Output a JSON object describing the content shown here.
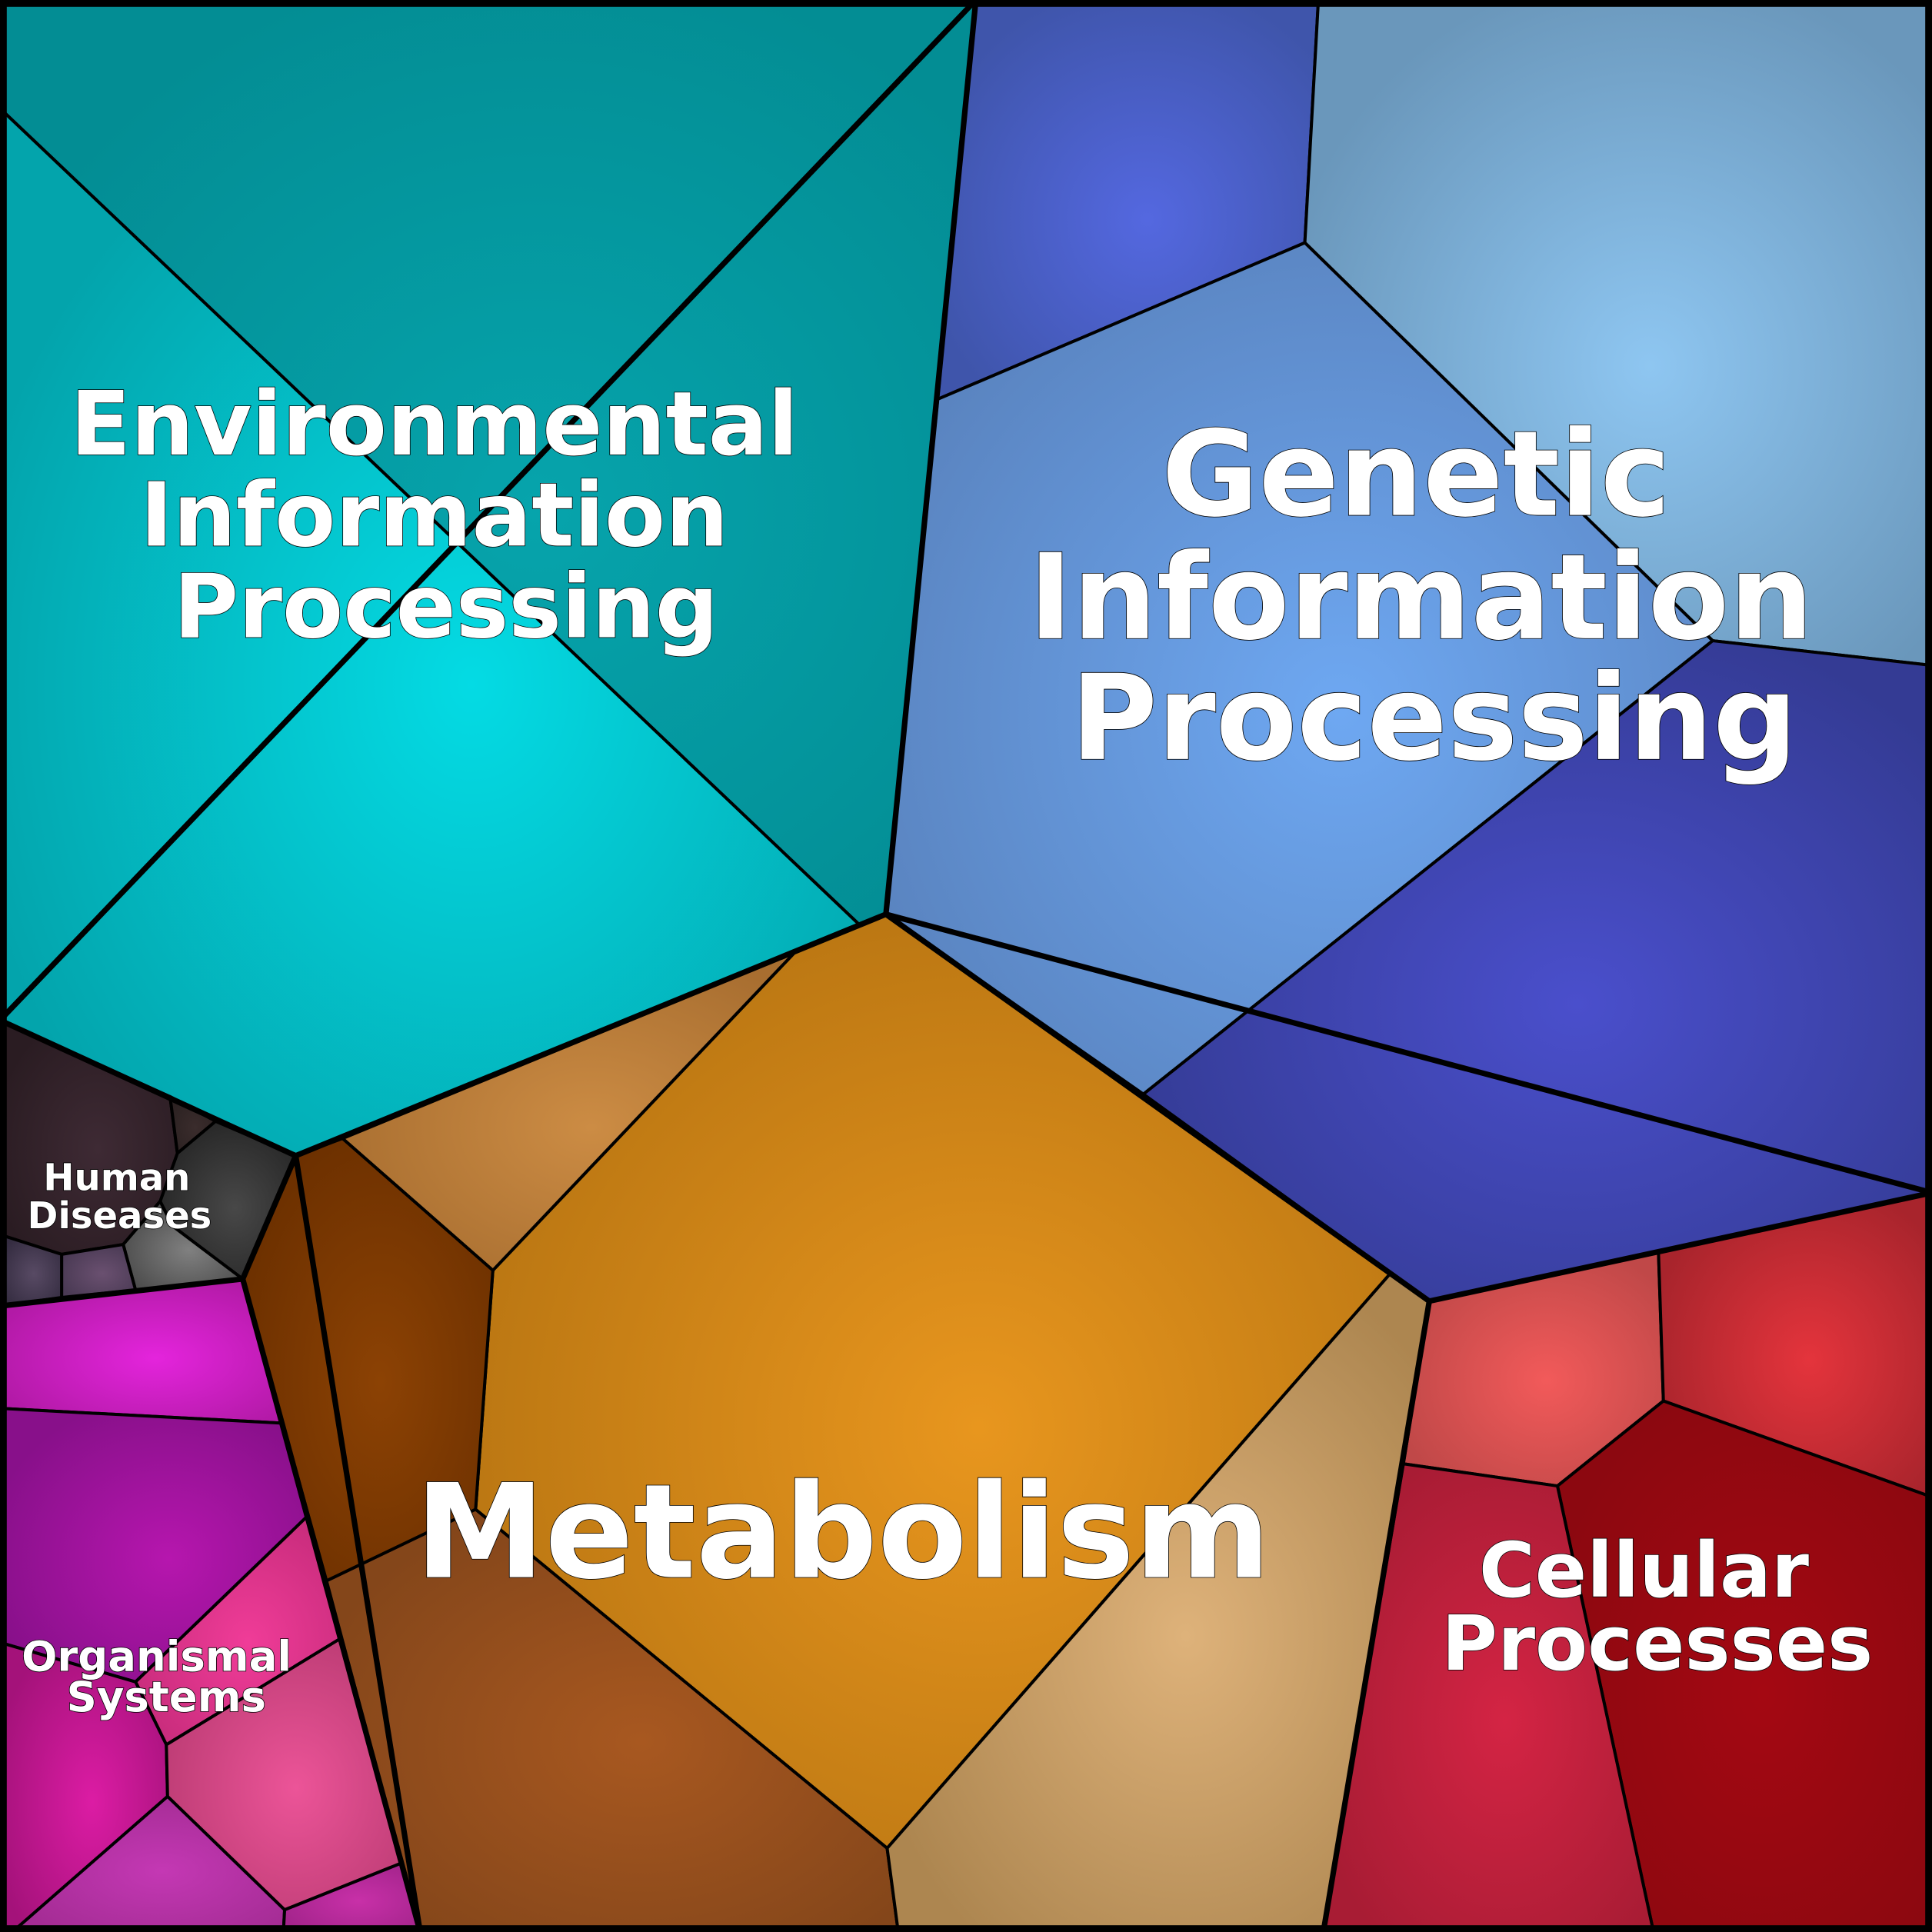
{
  "labels": {
    "environmental": [
      "Environmental",
      "Information",
      "Processing"
    ],
    "genetic": [
      "Genetic",
      "Information",
      "Processing"
    ],
    "metabolism": [
      "Metabolism"
    ],
    "cellular": [
      "Cellular",
      "Processes"
    ],
    "human": [
      "Human",
      "Diseases"
    ],
    "organismal": [
      "Organismal",
      "Systems"
    ]
  },
  "colors": {
    "env-1": [
      "#06a4ac",
      "#038d94"
    ],
    "env-2": [
      "#04dbe4",
      "#03a4ac"
    ],
    "gen-1": [
      "#5468e0",
      "#3f55ab"
    ],
    "gen-2": [
      "#8ec6f1",
      "#6a97bb"
    ],
    "gen-3": [
      "#6ea8f2",
      "#5a84c0"
    ],
    "gen-4": [
      "#4a4fcc",
      "#343b94"
    ],
    "met-1": [
      "#e8961e",
      "#b87512"
    ],
    "met-2": [
      "#cc8c44",
      "#a86e30"
    ],
    "met-3": [
      "#8c4204",
      "#6c3000"
    ],
    "met-4": [
      "#a85820",
      "#84461a"
    ],
    "met-5": [
      "#deb27a",
      "#ad8650"
    ],
    "cel-1": [
      "#f25a5a",
      "#c04848"
    ],
    "cel-2": [
      "#e4343c",
      "#a8242c"
    ],
    "cel-3": [
      "#a40812",
      "#8c0810"
    ],
    "cel-4": [
      "#d42444",
      "#a81c34"
    ],
    "hum-1": [
      "#3e2a34",
      "#2a1c22"
    ],
    "hum-2": [
      "#3a2c2c",
      "#2c2222"
    ],
    "hum-3": [
      "#484848",
      "#262626"
    ],
    "hum-4": [
      "#808080",
      "#4c4c4c"
    ],
    "hum-5": [
      "#6a5070",
      "#4a3a54"
    ],
    "hum-6": [
      "#584a64",
      "#342c40"
    ],
    "org-1": [
      "#e424dc",
      "#b21aa6"
    ],
    "org-2": [
      "#b616ae",
      "#88108a"
    ],
    "org-3": [
      "#f03c98",
      "#c82c7c"
    ],
    "org-4": [
      "#dc1ca4",
      "#a4127a"
    ],
    "org-5": [
      "#ec5498",
      "#bc3c74"
    ],
    "org-6": [
      "#c438b4",
      "#a42c94"
    ],
    "org-7": [
      "#c830a8",
      "#a4248c"
    ]
  }
}
